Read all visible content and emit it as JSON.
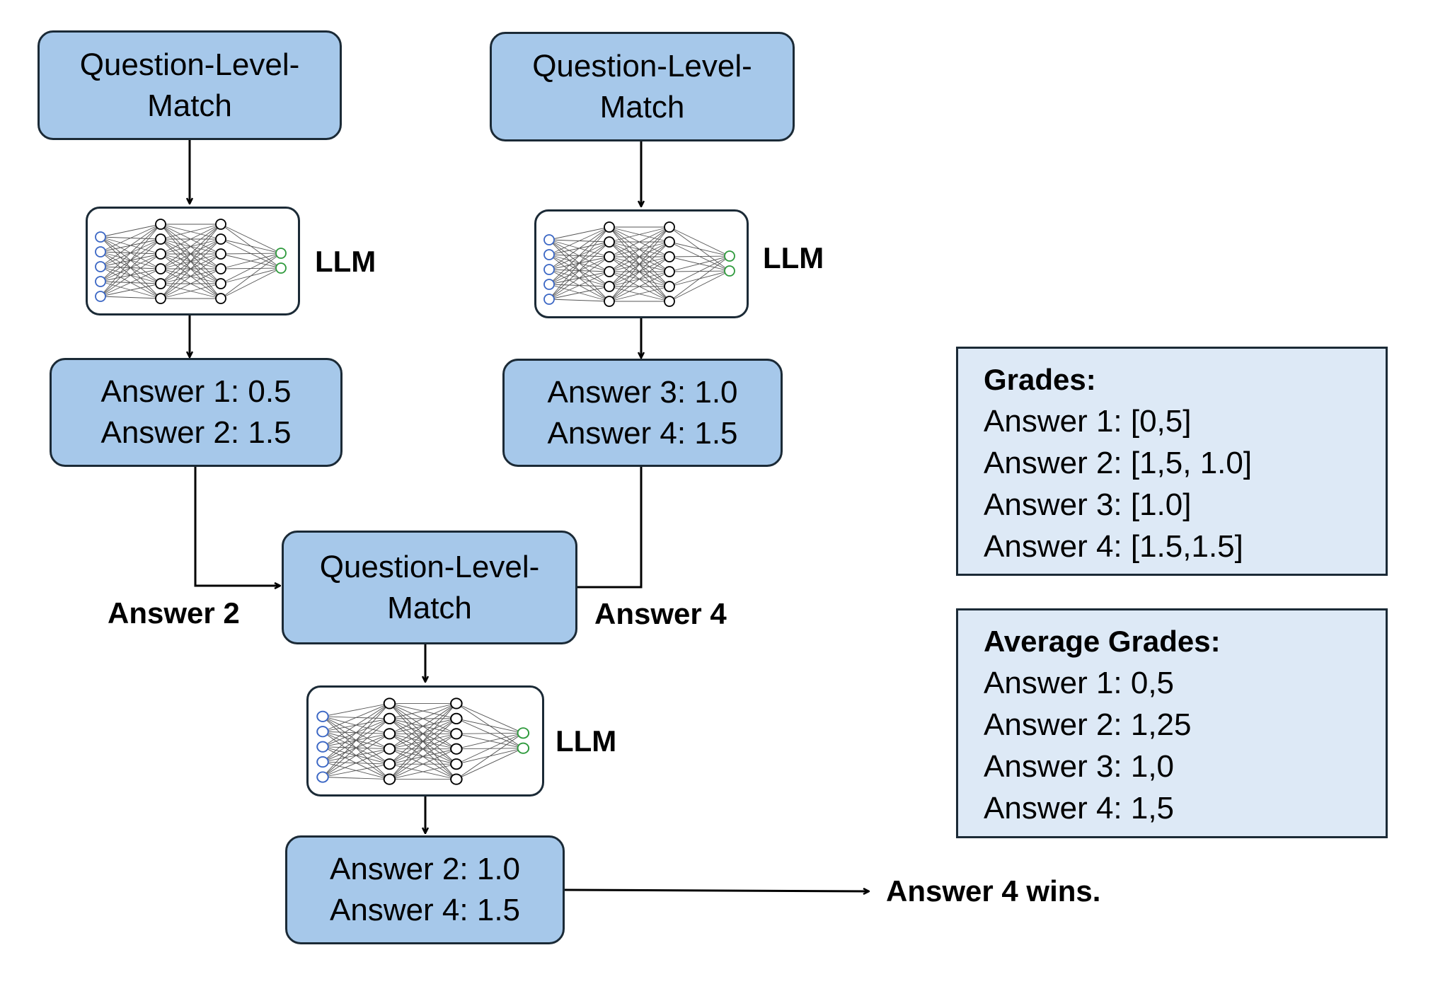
{
  "top_left": {
    "match_title": [
      "Question-Level-",
      "Match"
    ],
    "llm_label": "LLM",
    "answers": [
      "Answer 1: 0.5",
      "Answer 2: 1.5"
    ]
  },
  "top_right": {
    "match_title": [
      "Question-Level-",
      "Match"
    ],
    "llm_label": "LLM",
    "answers": [
      "Answer 3: 1.0",
      "Answer 4: 1.5"
    ]
  },
  "final_round": {
    "left_input_label": "Answer 2",
    "right_input_label": "Answer 4",
    "match_title": [
      "Question-Level-",
      "Match"
    ],
    "llm_label": "LLM",
    "answers": [
      "Answer 2: 1.0",
      "Answer 4: 1.5"
    ],
    "winner_text": "Answer 4 wins."
  },
  "grades_panel": {
    "title": "Grades:",
    "lines": [
      "Answer 1: [0,5]",
      "Answer 2: [1,5, 1.0]",
      "Answer 3: [1.0]",
      "Answer 4: [1.5,1.5]"
    ]
  },
  "average_panel": {
    "title": "Average Grades:",
    "lines": [
      "Answer 1: 0,5",
      "Answer 2: 1,25",
      "Answer 3: 1,0",
      "Answer 4: 1,5"
    ]
  },
  "colors": {
    "node_fill": "#a6c8ea",
    "panel_fill": "#dde9f6",
    "border": "#1b2a36",
    "input_neuron": "#3a66c4",
    "output_neuron": "#2e9a3c"
  },
  "icons": {
    "llm": "neural-network-icon"
  }
}
